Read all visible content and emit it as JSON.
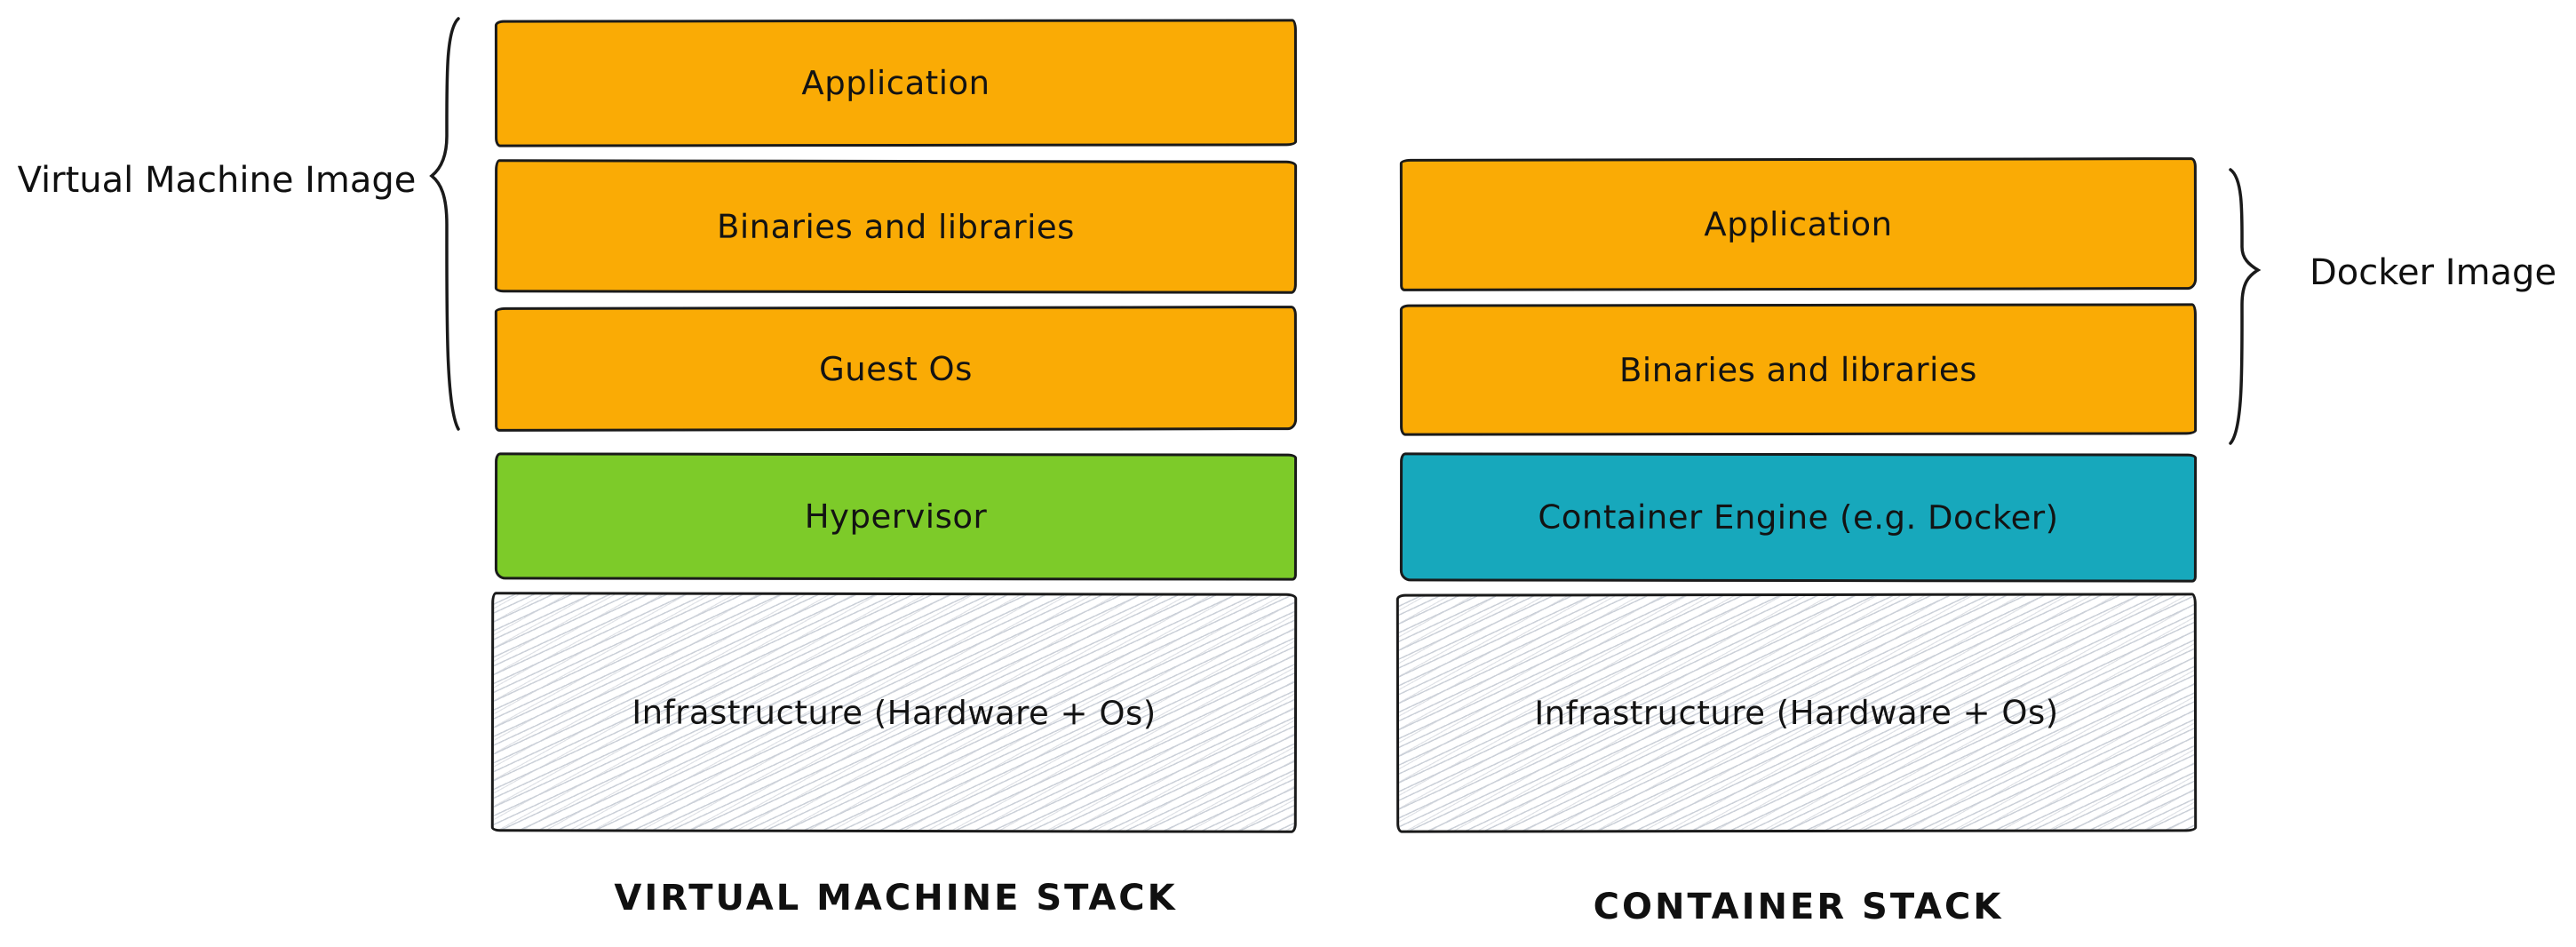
{
  "colors": {
    "orange": "#FAAB05",
    "green": "#7DCB29",
    "teal": "#17A8BC",
    "ink": "#1A1A1A",
    "hatch-line": "#CBD0D8",
    "hatch-bg": "#FFFFFF"
  },
  "left_stack": {
    "caption": "VIRTUAL MACHINE STACK",
    "brace_label": "Virtual Machine Image",
    "layers": [
      {
        "label": "Application",
        "fill": "#FAAB05"
      },
      {
        "label": "Binaries and libraries",
        "fill": "#FAAB05"
      },
      {
        "label": "Guest Os",
        "fill": "#FAAB05"
      },
      {
        "label": "Hypervisor",
        "fill": "#7DCB29"
      },
      {
        "label": "Infrastructure (Hardware + Os)",
        "fill": "hachure"
      }
    ]
  },
  "right_stack": {
    "caption": "CONTAINER STACK",
    "brace_label": "Docker Image",
    "layers": [
      {
        "label": "Application",
        "fill": "#FAAB05"
      },
      {
        "label": "Binaries and libraries",
        "fill": "#FAAB05"
      },
      {
        "label": "Container Engine (e.g. Docker)",
        "fill": "#17A8BC"
      },
      {
        "label": "Infrastructure (Hardware + Os)",
        "fill": "hachure"
      }
    ]
  }
}
